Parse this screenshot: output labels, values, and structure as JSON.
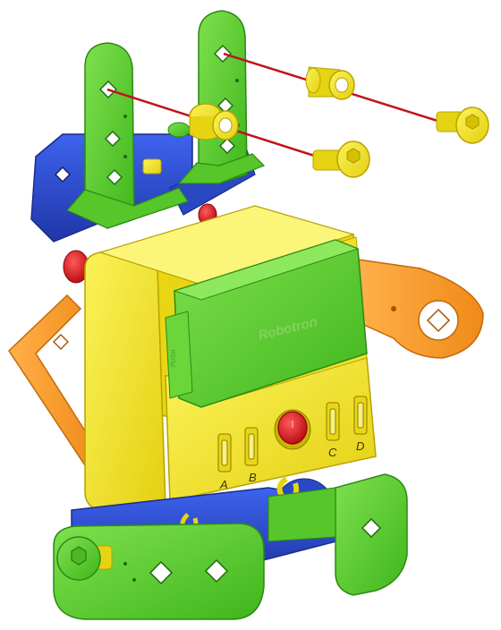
{
  "brand_logo": "Robotron",
  "side_marking": "PUSH",
  "ports": [
    "A",
    "B",
    "C",
    "D"
  ],
  "colors": {
    "green": "#5cd12e",
    "green_dark": "#3a9a1c",
    "yellow": "#f2e61c",
    "yellow_dark": "#c9b400",
    "blue": "#2f4fd6",
    "blue_dark": "#1f34a0",
    "orange": "#f79a2a",
    "red": "#e0141c",
    "axle": "#c0141c"
  }
}
